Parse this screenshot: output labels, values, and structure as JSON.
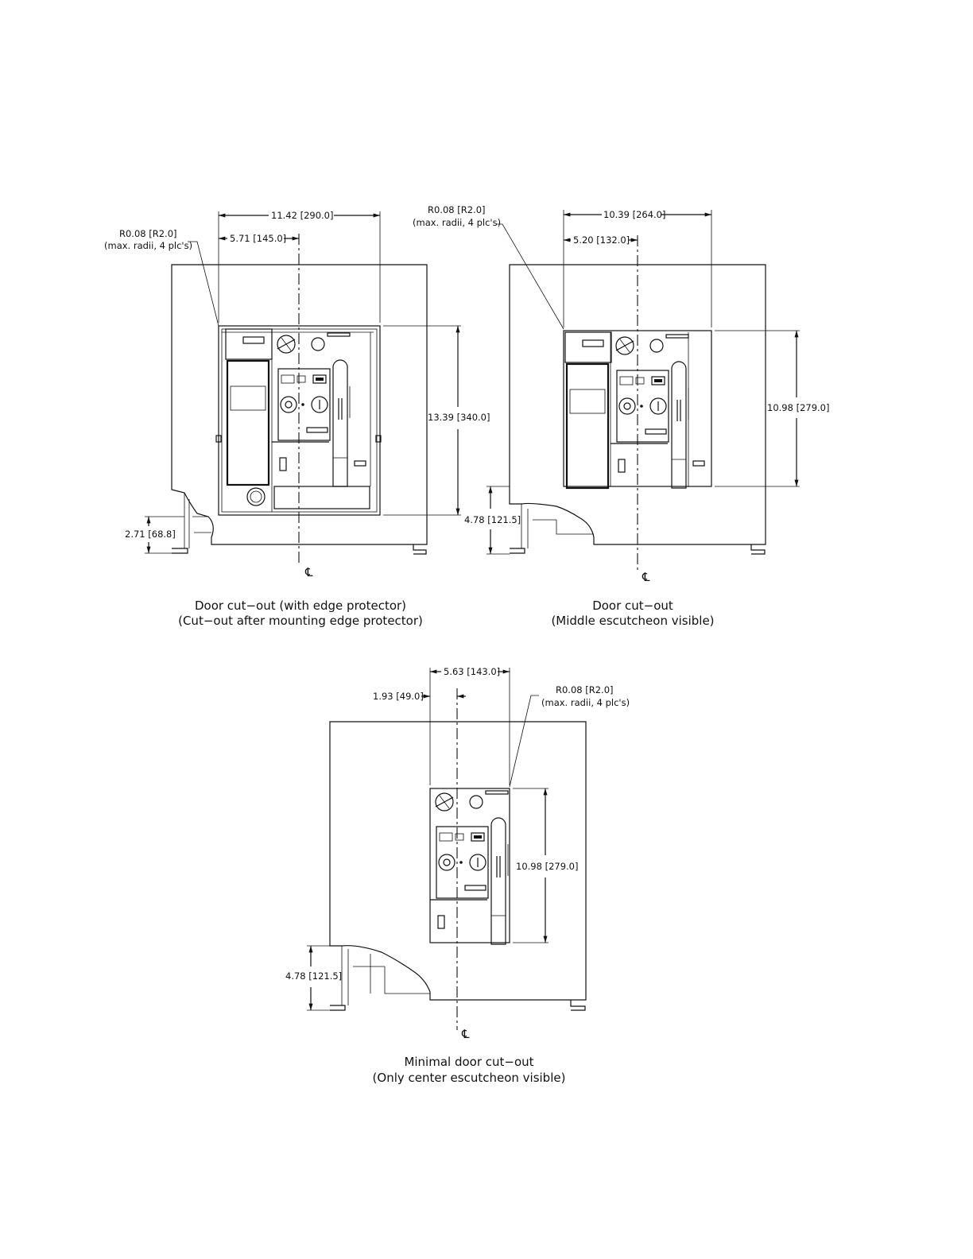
{
  "drawings": [
    {
      "caption_line1": "Door cut−out (with edge protector)",
      "caption_line2": "(Cut−out after mounting edge protector)",
      "dim_width": "11.42 [290.0]",
      "dim_half": "5.71 [145.0]",
      "dim_height": "13.39 [340.0]",
      "dim_bottom": "2.71 [68.8]",
      "radius_line1": "R0.08 [R2.0]",
      "radius_line2": "(max. radii, 4 plc's)",
      "centerline": "℄"
    },
    {
      "caption_line1": "Door cut−out",
      "caption_line2": "(Middle escutcheon visible)",
      "dim_width": "10.39 [264.0]",
      "dim_half": "5.20 [132.0]",
      "dim_height": "10.98 [279.0]",
      "dim_bottom": "4.78 [121.5]",
      "radius_line1": "R0.08 [R2.0]",
      "radius_line2": "(max. radii, 4 plc's)",
      "centerline": "℄"
    },
    {
      "caption_line1": "Minimal door cut−out",
      "caption_line2": "(Only center escutcheon visible)",
      "dim_width": "5.63 [143.0]",
      "dim_half": "1.93 [49.0]",
      "dim_height": "10.98 [279.0]",
      "dim_bottom": "4.78 [121.5]",
      "radius_line1": "R0.08 [R2.0]",
      "radius_line2": "(max. radii, 4 plc's)",
      "centerline": "℄"
    }
  ]
}
